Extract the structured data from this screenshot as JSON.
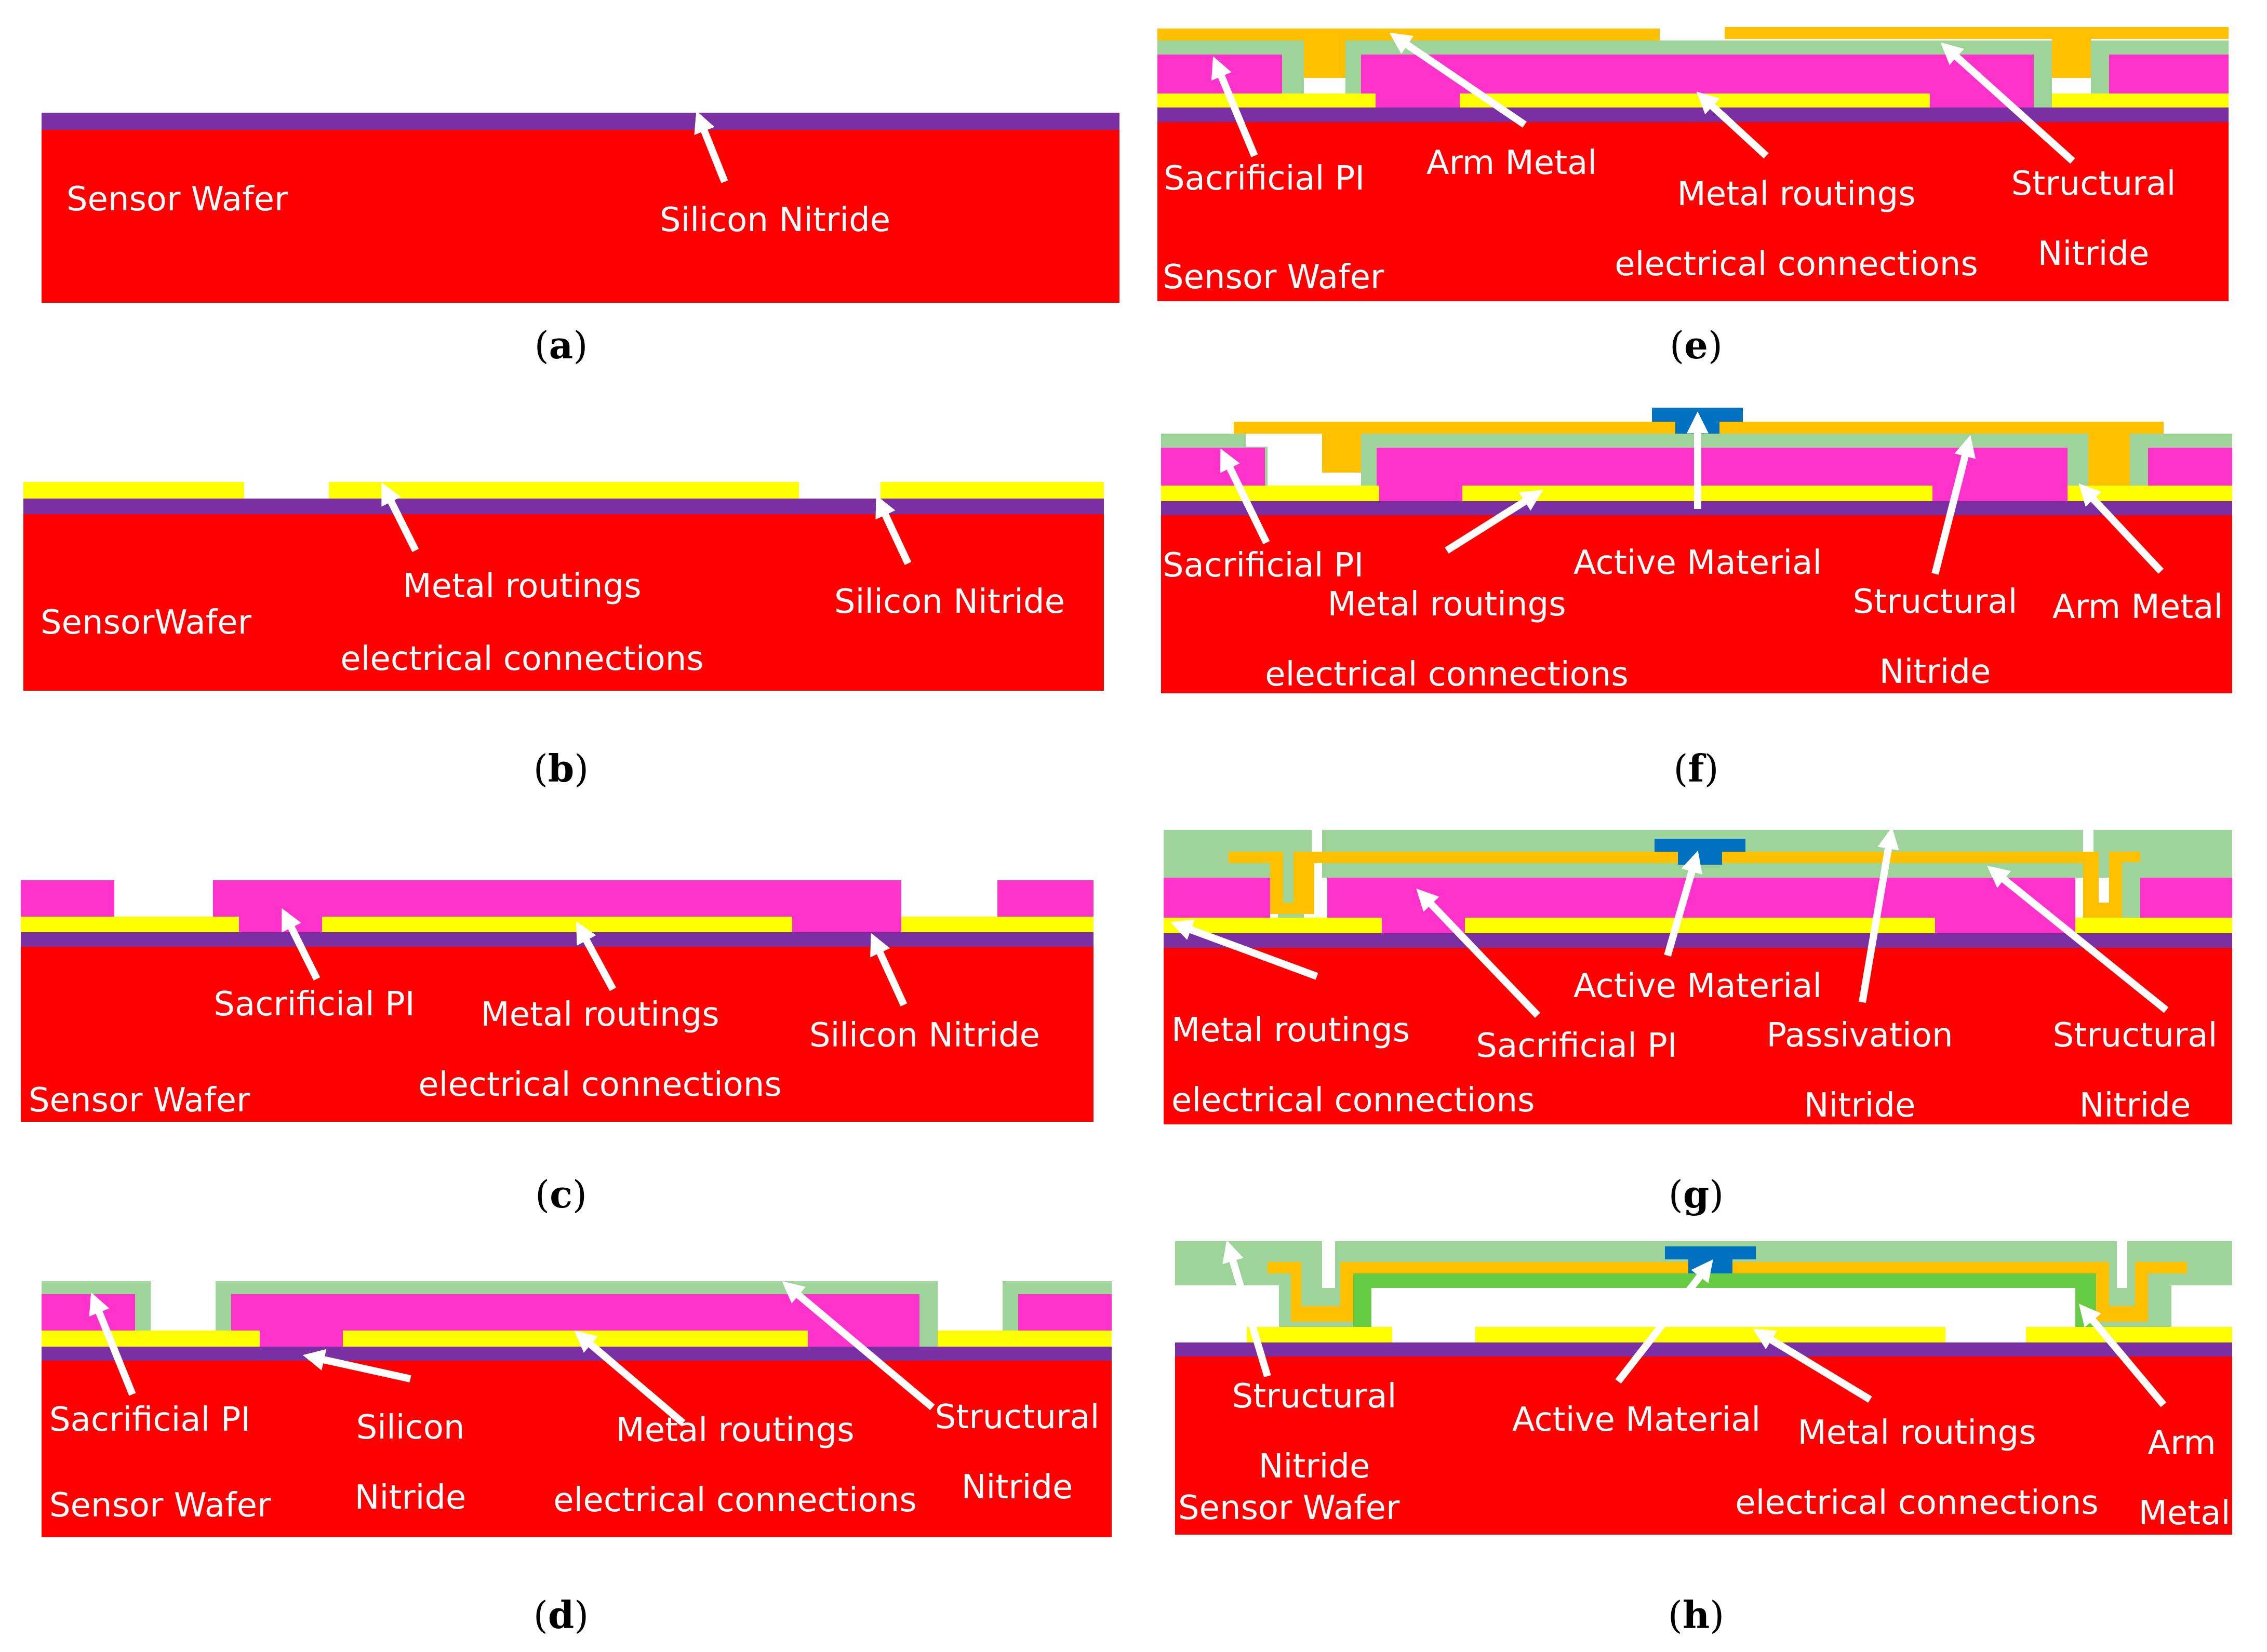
{
  "colors": {
    "wafer": "#FF0000",
    "nitride": "#7A2FA3",
    "metal": "#FFFF00",
    "sacrificial": "#FF33CC",
    "structural": "#9ED39A",
    "arm_metal": "#FFC000",
    "active": "#0070C0",
    "support": "#66CC44",
    "label": "#FFFFFF",
    "arrow": "#FFFFFF"
  },
  "panels": {
    "a": {
      "caption_letter": "a",
      "labels": {
        "sensor_wafer": "Sensor Wafer",
        "silicon_nitride": "Silicon Nitride"
      }
    },
    "b": {
      "caption_letter": "b",
      "labels": {
        "sensor_wafer": "SensorWafer",
        "metal_1": "Metal routings",
        "metal_2": "electrical connections",
        "silicon_nitride": "Silicon Nitride"
      }
    },
    "c": {
      "caption_letter": "c",
      "labels": {
        "sacrificial": "Sacrificial PI",
        "metal_1": "Metal routings",
        "metal_2": "electrical connections",
        "silicon_nitride": "Silicon Nitride",
        "sensor_wafer": "Sensor Wafer"
      }
    },
    "d": {
      "caption_letter": "d",
      "labels": {
        "sacrificial": "Sacrificial PI",
        "silicon_1": "Silicon",
        "silicon_2": "Nitride",
        "metal_1": "Metal routings",
        "metal_2": "electrical connections",
        "structural_1": "Structural",
        "structural_2": "Nitride",
        "sensor_wafer": "Sensor Wafer"
      }
    },
    "e": {
      "caption_letter": "e",
      "labels": {
        "sacrificial": "Sacrificial PI",
        "arm_metal": "Arm Metal",
        "metal_1": "Metal routings",
        "metal_2": "electrical connections",
        "structural_1": "Structural",
        "structural_2": "Nitride",
        "sensor_wafer": "Sensor Wafer"
      }
    },
    "f": {
      "caption_letter": "f",
      "labels": {
        "sacrificial": "Sacrificial PI",
        "metal_1": "Metal routings",
        "metal_2": "electrical connections",
        "active": "Active Material",
        "structural_1": "Structural",
        "structural_2": "Nitride",
        "arm_metal": "Arm Metal"
      }
    },
    "g": {
      "caption_letter": "g",
      "labels": {
        "metal_1": "Metal routings",
        "metal_2": "electrical connections",
        "sacrificial": "Sacrificial PI",
        "active": "Active Material",
        "passivation_1": "Passivation",
        "passivation_2": "Nitride",
        "structural_1": "Structural",
        "structural_2": "Nitride"
      }
    },
    "h": {
      "caption_letter": "h",
      "labels": {
        "structural_1": "Structural",
        "structural_2": "Nitride",
        "sensor_wafer": "Sensor Wafer",
        "active": "Active Material",
        "metal_1": "Metal routings",
        "metal_2": "electrical connections",
        "arm_1": "Arm",
        "arm_2": "Metal"
      }
    }
  }
}
